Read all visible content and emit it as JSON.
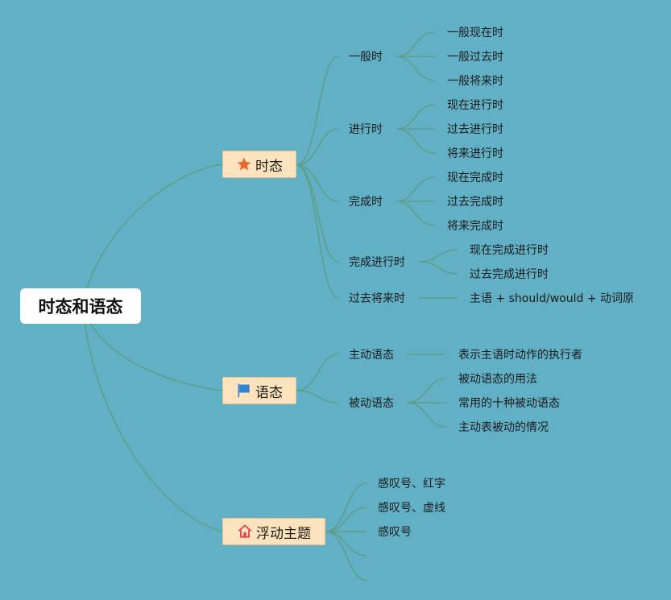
{
  "root": {
    "label": "时态和语态"
  },
  "topics": [
    {
      "label": "时态",
      "icon": "star-icon",
      "icon_color": "#e8692c"
    },
    {
      "label": "语态",
      "icon": "flag-icon",
      "icon_color": "#2f86d6"
    },
    {
      "label": "浮动主题",
      "icon": "home-icon",
      "icon_color": "#d9434f"
    }
  ],
  "tense": {
    "subtopics": [
      {
        "label": "一般时",
        "leaves": [
          "一般现在时",
          "一般过去时",
          "一般将来时"
        ]
      },
      {
        "label": "进行时",
        "leaves": [
          "现在进行时",
          "过去进行时",
          "将来进行时"
        ]
      },
      {
        "label": "完成时",
        "leaves": [
          "现在完成时",
          "过去完成时",
          "将来完成时"
        ]
      },
      {
        "label": "完成进行时",
        "leaves": [
          "现在完成进行时",
          "过去完成进行时"
        ]
      },
      {
        "label": "过去将来时",
        "leaves": [
          "主语 + should/would + 动词原"
        ]
      }
    ]
  },
  "voice": {
    "subtopics": [
      {
        "label": "主动语态",
        "leaves": [
          "表示主语时动作的执行者"
        ]
      },
      {
        "label": "被动语态",
        "leaves": [
          "被动语态的用法",
          "常用的十种被动语态",
          "主动表被动的情况"
        ]
      }
    ]
  },
  "floating": {
    "leaves": [
      "感叹号、红字",
      "感叹号、虚线",
      "感叹号",
      "",
      ""
    ]
  }
}
